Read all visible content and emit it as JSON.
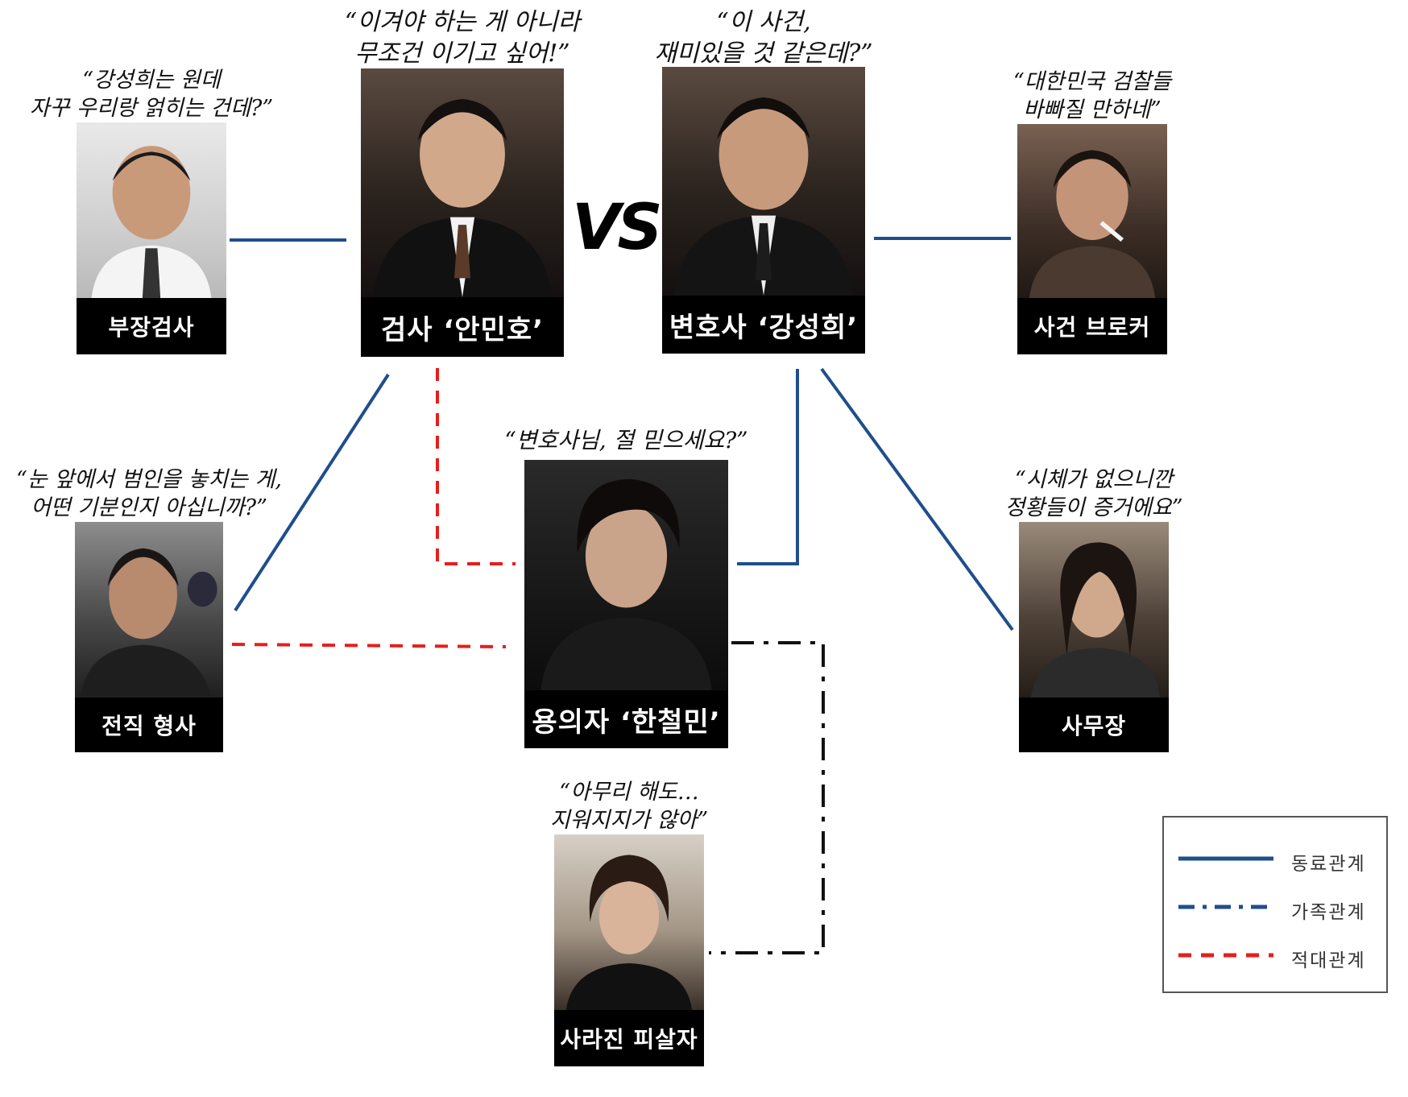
{
  "vs_text": "VS",
  "colors": {
    "colleague": "#1f4e8c",
    "family": "#111111",
    "hostile": "#e61e1e"
  },
  "characters": {
    "chief": {
      "quote": "“강성희는 원데\n자꾸 우리랑 얽히는 건데?”",
      "label": "부장검사"
    },
    "prosecutor": {
      "quote": "“이겨야 하는 게 아니라\n무조건 이기고 싶어!”",
      "label": "검사 ‘안민호’"
    },
    "lawyer": {
      "quote": "“이 사건,\n재미있을 것 같은데?”",
      "label": "변호사 ‘강성희’"
    },
    "broker": {
      "quote": "“대한민국 검찰들\n바빠질 만하네”",
      "label": "사건 브로커"
    },
    "detective": {
      "quote": "“눈 앞에서 범인을 놓치는 게,\n어떤 기분인지 아십니까?”",
      "label": "전직 형사"
    },
    "suspect": {
      "quote": "“변호사님, 절 믿으세요?”",
      "label": "용의자 ‘한철민’"
    },
    "manager": {
      "quote": "“시체가 없으니깐\n정황들이 증거에요”",
      "label": "사무장"
    },
    "victim": {
      "quote": "“아무리 해도…\n지워지지가 않아”",
      "label": "사라진 피살자"
    }
  },
  "legend": {
    "colleague": "동료관계",
    "family": "가족관계",
    "hostile": "적대관계"
  }
}
